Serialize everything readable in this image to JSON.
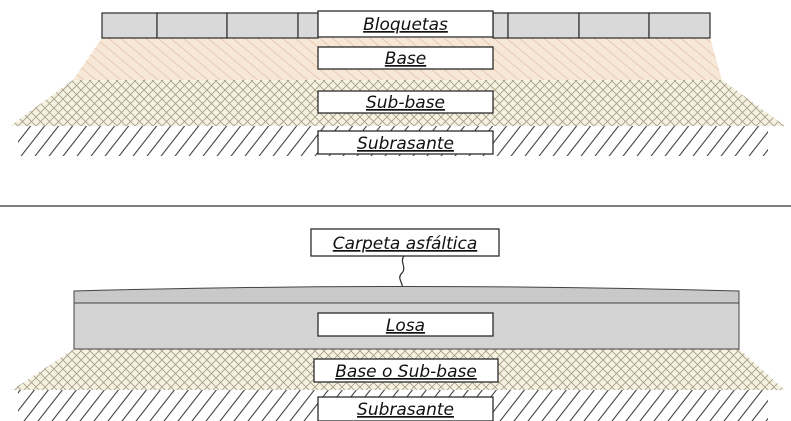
{
  "top_section": {
    "layers": {
      "pavers": "Bloquetas",
      "base": "Base",
      "subbase": "Sub-base",
      "subgrade": "Subrasante"
    }
  },
  "bottom_section": {
    "callout": "Carpeta asfáltica",
    "layers": {
      "slab": "Losa",
      "base": "Base o Sub-base",
      "subgrade": "Subrasante"
    }
  },
  "colors": {
    "paver_fill": "#d9d9d9",
    "base_fill": "#f6e6d4",
    "subbase_fill": "#f4f1df",
    "slab_fill": "#d4d4d4",
    "line": "#2b2b2b"
  }
}
